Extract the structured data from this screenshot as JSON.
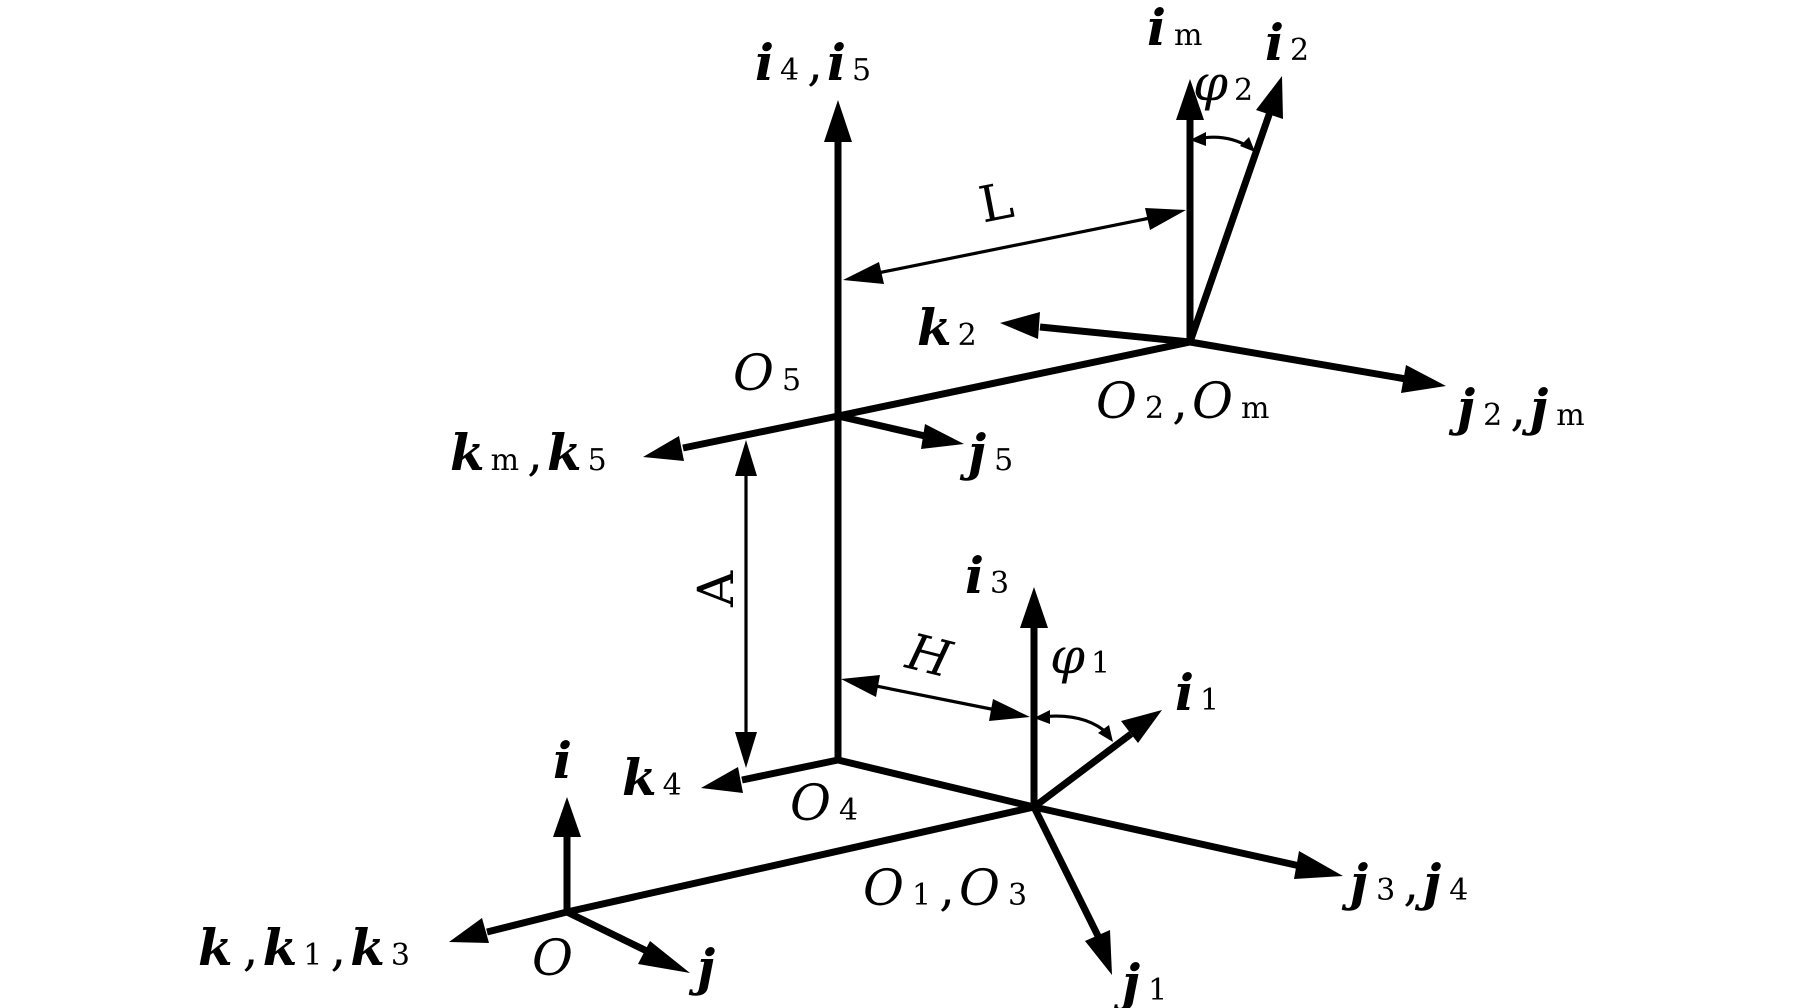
{
  "vectors": {
    "i": "i",
    "j": "j",
    "k": "k"
  },
  "subscripts": {
    "s1": "1",
    "s2": "2",
    "s3": "3",
    "s4": "4",
    "s5": "5",
    "sm": "m"
  },
  "points": {
    "o": "O"
  },
  "greek": {
    "phi": "φ"
  },
  "dimensions": {
    "length": "L",
    "height": "H",
    "offset": "A"
  },
  "separator": ","
}
